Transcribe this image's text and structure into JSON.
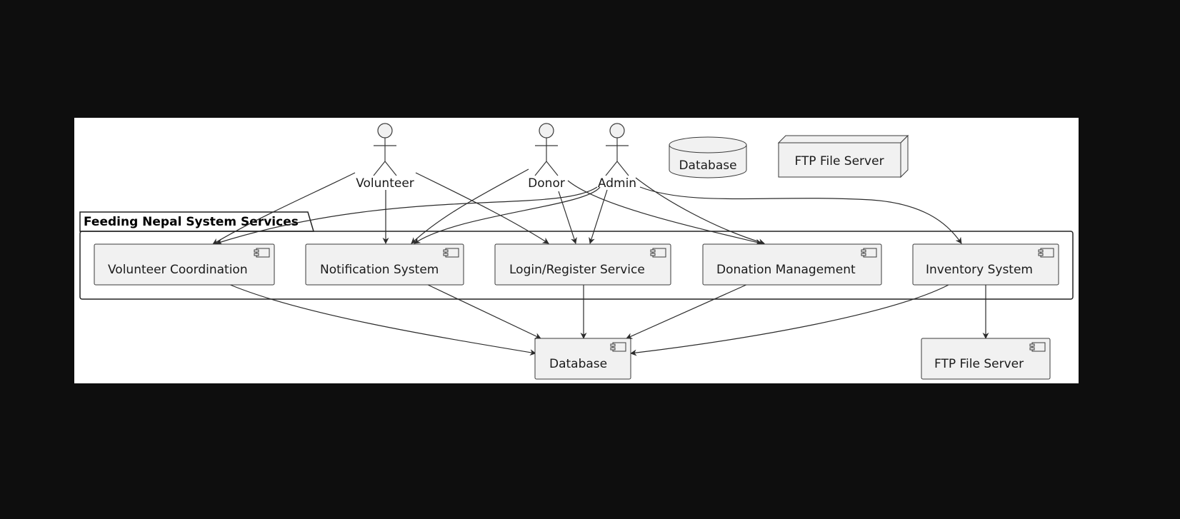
{
  "package": {
    "label": "Feeding Nepal System Services"
  },
  "actors": {
    "volunteer": "Volunteer",
    "donor": "Donor",
    "admin": "Admin"
  },
  "nodes": {
    "database_top": "Database",
    "ftp_top": "FTP File Server"
  },
  "components": {
    "volunteer_coordination": "Volunteer Coordination",
    "notification_system": "Notification System",
    "login_register": "Login/Register Service",
    "donation_management": "Donation Management",
    "inventory_system": "Inventory System",
    "database": "Database",
    "ftp_file_server": "FTP File Server"
  },
  "colors": {
    "page_background": "#0e0e0e",
    "canvas": "#ffffff",
    "element_fill": "#f1f1f1",
    "line": "#2b2b2b"
  }
}
